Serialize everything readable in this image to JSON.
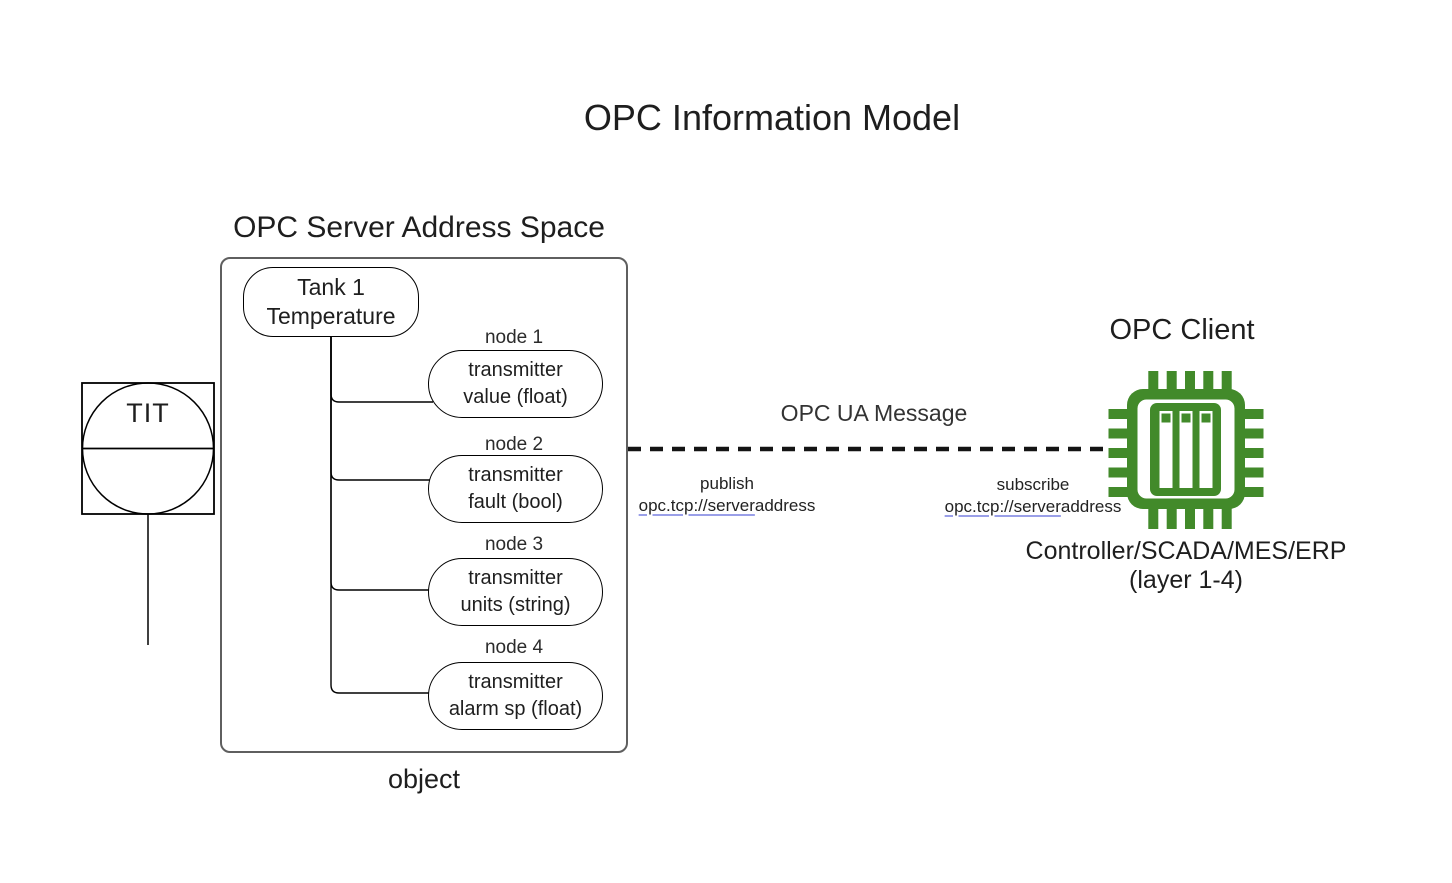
{
  "title": "OPC Information Model",
  "instrument": {
    "tag": "TIT",
    "icon": "instrument-bubble-icon"
  },
  "server": {
    "heading": "OPC Server Address Space",
    "object_label": "object",
    "root_node": "Tank 1\nTemperature",
    "nodes": [
      {
        "label": "node 1",
        "text": "transmitter\nvalue (float)"
      },
      {
        "label": "node 2",
        "text": "transmitter\nfault (bool)"
      },
      {
        "label": "node 3",
        "text": "transmitter\nunits (string)"
      },
      {
        "label": "node 4",
        "text": "transmitter\nalarm sp (float)"
      }
    ]
  },
  "message": {
    "label": "OPC UA Message",
    "publish": {
      "action": "publish",
      "url_linked": "opc.tcp://server",
      "url_rest": "address"
    },
    "subscribe": {
      "action": "subscribe",
      "url_linked": "opc.tcp://server",
      "url_rest": "address"
    },
    "link_underline_color": "#9a9fe8"
  },
  "client": {
    "heading": "OPC Client",
    "caption": "Controller/SCADA/MES/ERP\n(layer 1-4)",
    "chip_icon": "chip-icon",
    "chip_color": "#428a2a"
  }
}
